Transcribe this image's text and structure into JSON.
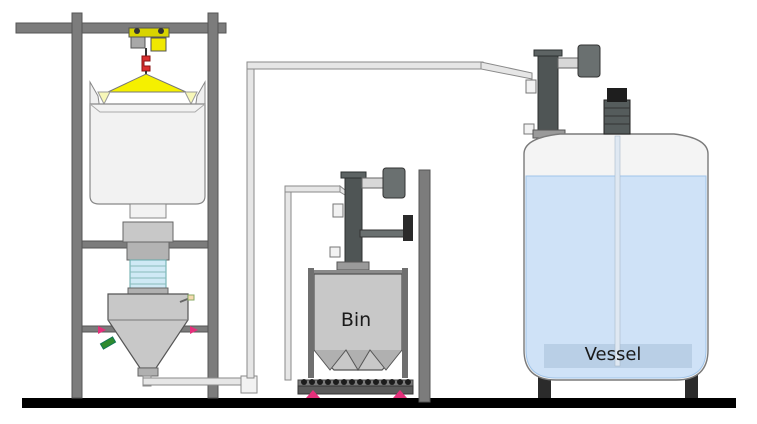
{
  "labels": {
    "bin": "Bin",
    "vessel": "Vessel"
  },
  "components": [
    {
      "name": "bulk-bag-discharge-frame"
    },
    {
      "name": "hoist"
    },
    {
      "name": "bulk-bag"
    },
    {
      "name": "flexible-connector"
    },
    {
      "name": "conical-hopper"
    },
    {
      "name": "vacuum-conveying-line"
    },
    {
      "name": "vacuum-receiver-bin"
    },
    {
      "name": "ibc-bin"
    },
    {
      "name": "bin-support-frame"
    },
    {
      "name": "vacuum-receiver-vessel"
    },
    {
      "name": "agitator-motor"
    },
    {
      "name": "mixing-vessel"
    }
  ],
  "colors": {
    "frame": "#7c7c7c",
    "floor": "#000000",
    "bag": "#f2f2f2",
    "hoist_yellow": "#f5f000",
    "hook_red": "#d93030",
    "pipe": "#e6e6e6",
    "receiver": "#4f5555",
    "liquid": "#cfe2f7",
    "liquid_edge": "#9fc4ea",
    "vessel_shell": "#f4f4f4",
    "support_pink": "#e4307b",
    "valve_green": "#2e8b2e",
    "connector_blue": "#cfe9f5"
  }
}
